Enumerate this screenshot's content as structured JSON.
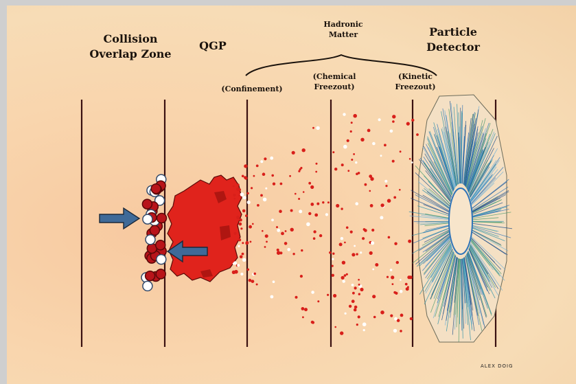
{
  "stages": {
    "collision": "Collision\nOverlap Zone",
    "qgp": "QGP",
    "hadronic": "Hadronic\nMatter",
    "detector": "Particle\nDetector",
    "confinement": "(Confinement)",
    "chemical": "(Chemical\nFreezout)",
    "kinetic": "(Kinetic\nFreezout)"
  },
  "signature": "ALEX DOIG",
  "colors": {
    "nucleus_red": "#b8141a",
    "qgp_red": "#e0231c",
    "arrow_blue": "#3f6a98",
    "detector_blue": "#2f74b8"
  }
}
